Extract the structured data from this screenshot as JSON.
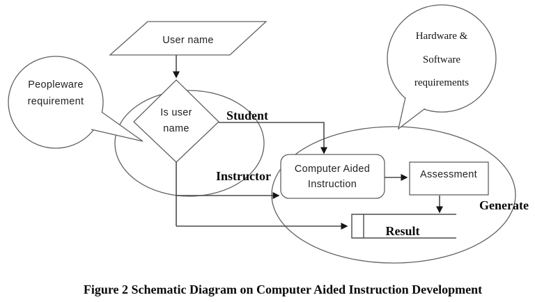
{
  "figure": {
    "caption": "Figure 2 Schematic Diagram on Computer Aided Instruction Development"
  },
  "nodes": {
    "user_name": {
      "label": "User name"
    },
    "decision": {
      "line1": "Is user",
      "line2": "name"
    },
    "cai": {
      "line1": "Computer Aided",
      "line2": "Instruction"
    },
    "assessment": {
      "label": "Assessment"
    },
    "result": {
      "label": "Result"
    }
  },
  "callouts": {
    "peopleware": {
      "line1": "Peopleware",
      "line2": "requirement"
    },
    "hardware": {
      "line1": "Hardware &",
      "line2": "Software",
      "line3": "requirements"
    }
  },
  "edge_labels": {
    "student": "Student",
    "instructor": "Instructor",
    "generate": "Generate"
  },
  "colors": {
    "background": "#ffffff",
    "shape_stroke": "#606060",
    "connector": "#4a4a4a",
    "arrowhead": "#151515",
    "text": "#1a1a1a"
  }
}
